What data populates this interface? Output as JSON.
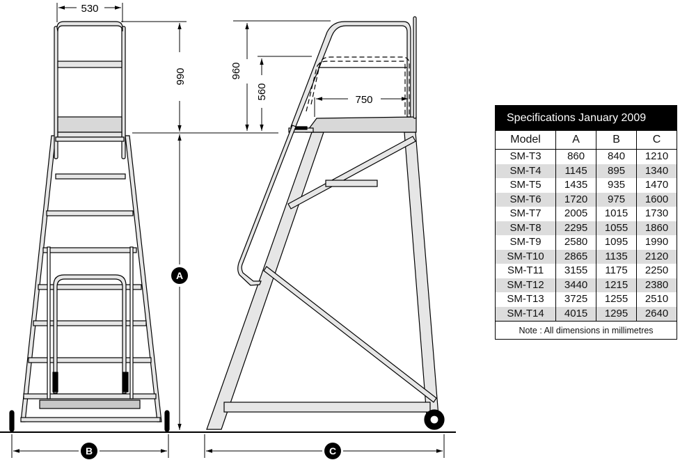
{
  "dimensions": {
    "front_width": "530",
    "front_handrail_height": "990",
    "side_handrail_height": "960",
    "side_midrail_height": "560",
    "platform_depth": "750"
  },
  "markers": {
    "a": "A",
    "b": "B",
    "c": "C"
  },
  "spec_table": {
    "title": "Specifications January 2009",
    "headers": [
      "Model",
      "A",
      "B",
      "C"
    ],
    "rows": [
      {
        "model": "SM-T3",
        "a": "860",
        "b": "840",
        "c": "1210"
      },
      {
        "model": "SM-T4",
        "a": "1145",
        "b": "895",
        "c": "1340"
      },
      {
        "model": "SM-T5",
        "a": "1435",
        "b": "935",
        "c": "1470"
      },
      {
        "model": "SM-T6",
        "a": "1720",
        "b": "975",
        "c": "1600"
      },
      {
        "model": "SM-T7",
        "a": "2005",
        "b": "1015",
        "c": "1730"
      },
      {
        "model": "SM-T8",
        "a": "2295",
        "b": "1055",
        "c": "1860"
      },
      {
        "model": "SM-T9",
        "a": "2580",
        "b": "1095",
        "c": "1990"
      },
      {
        "model": "SM-T10",
        "a": "2865",
        "b": "1135",
        "c": "2120"
      },
      {
        "model": "SM-T11",
        "a": "3155",
        "b": "1175",
        "c": "2250"
      },
      {
        "model": "SM-T12",
        "a": "3440",
        "b": "1215",
        "c": "2380"
      },
      {
        "model": "SM-T13",
        "a": "3725",
        "b": "1255",
        "c": "2510"
      },
      {
        "model": "SM-T14",
        "a": "4015",
        "b": "1295",
        "c": "2640"
      }
    ],
    "note": "Note : All dimensions in millimetres"
  },
  "colors": {
    "frame_fill": "#e6e6e6",
    "platform_fill": "#d8d8d8",
    "stroke": "#000000",
    "table_stripe": "#dcdcdc"
  }
}
